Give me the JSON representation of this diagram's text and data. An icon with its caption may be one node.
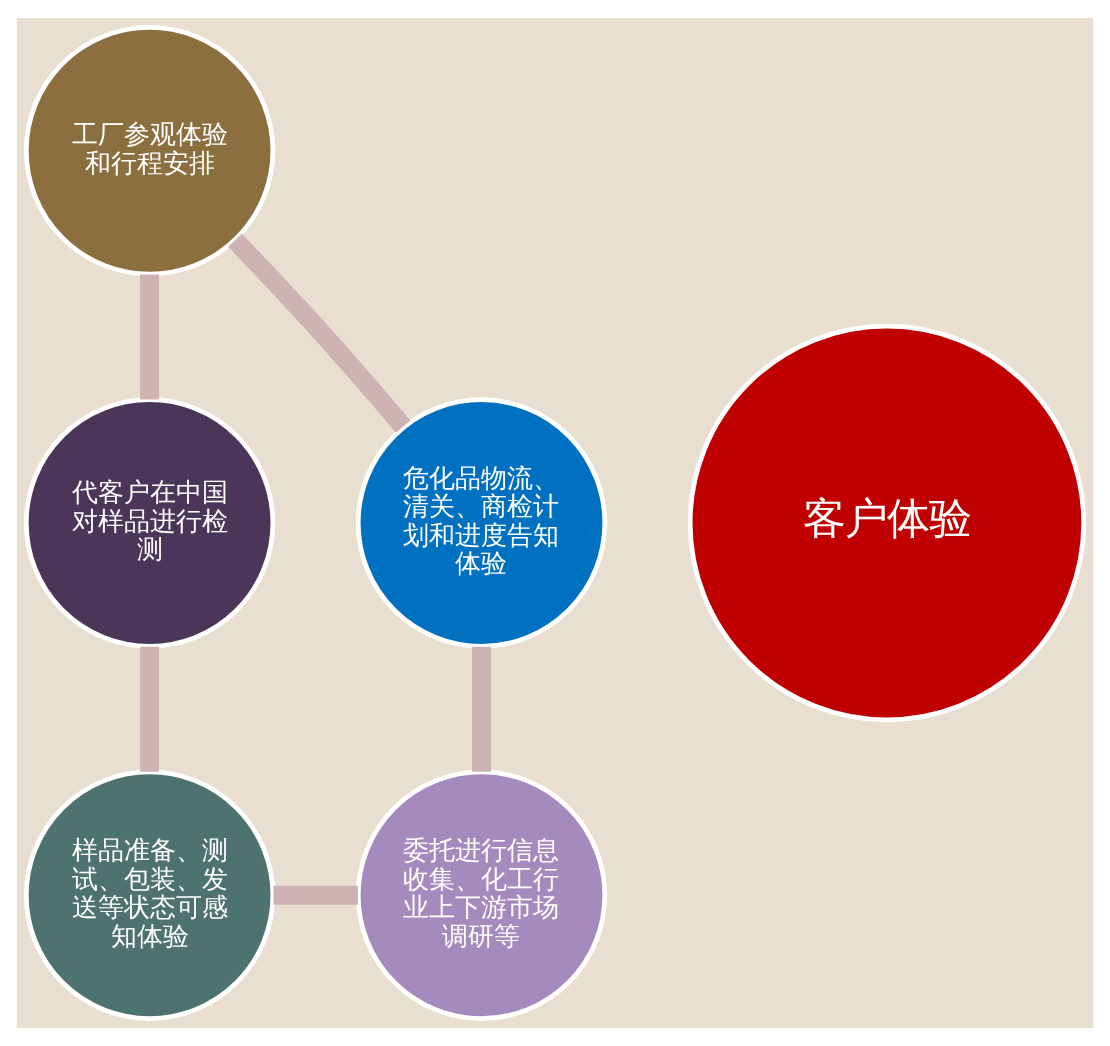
{
  "diagram": {
    "nodes": [
      {
        "text": [
          "客户体验"
        ]
      },
      {
        "text": [
          "工厂参观体验和行程安排"
        ]
      },
      {
        "text": [
          "代客户在中国对样品进行检测"
        ]
      },
      {
        "text": [
          "样品准备、测试、包装、发送等状态可感知体验"
        ]
      },
      {
        "text": [
          "委托进行信息收集、化工行业上下游市场调研等"
        ]
      },
      {
        "text": [
          "危化品物流、清关、商检计划和进度告知体验"
        ]
      }
    ],
    "edges": [
      {
        "from": 1,
        "to": 2,
        "arrow": "none"
      },
      {
        "from": 2,
        "to": 3,
        "arrow": "none"
      },
      {
        "from": 3,
        "to": 4,
        "arrow": "none"
      },
      {
        "from": 4,
        "to": 5,
        "arrow": "none"
      },
      {
        "from": 5,
        "to": 1,
        "arrow": "none"
      }
    ]
  }
}
